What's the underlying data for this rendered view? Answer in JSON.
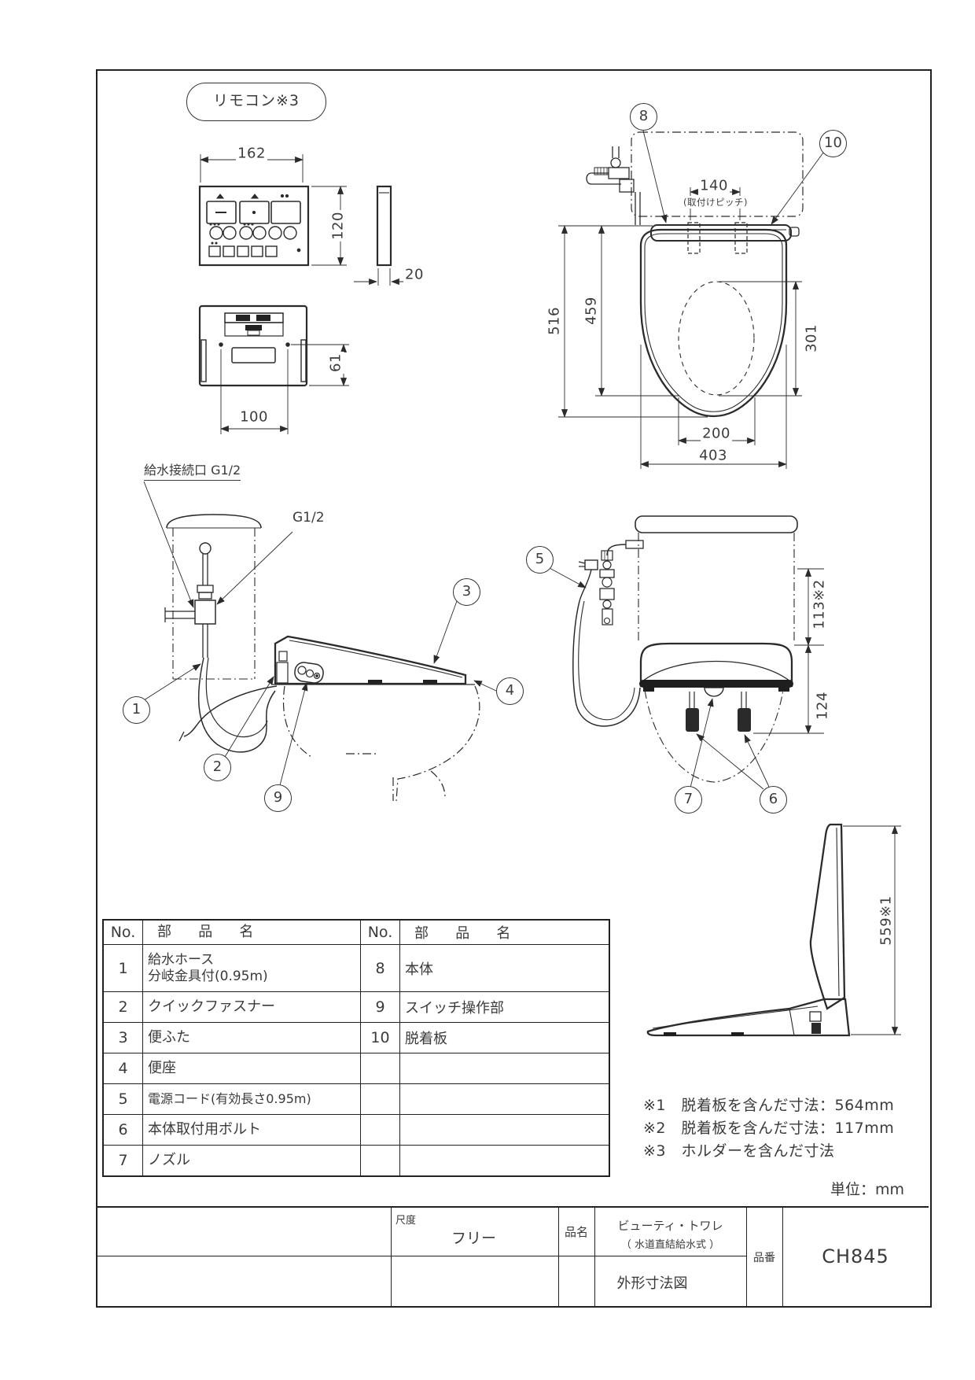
{
  "drawing": {
    "remote_label": "リモコン※3",
    "supply_label": "給水接続口 G1/2",
    "thread_label": "G1/2",
    "dims": {
      "remote_width": "162",
      "remote_height": "120",
      "remote_depth": "20",
      "holder_width": "100",
      "holder_height": "61",
      "mount_pitch": "140",
      "mount_pitch_note": "(取付けピッチ)",
      "overall_depth": "516",
      "body_depth": "459",
      "bowl_opening_depth": "301",
      "bowl_opening_width": "200",
      "overall_width": "403",
      "rear_clearance": "113※2",
      "under_seat": "124",
      "lid_open_height": "559※1"
    },
    "callouts": {
      "c1": "1",
      "c2": "2",
      "c3": "3",
      "c4": "4",
      "c5": "5",
      "c6": "6",
      "c7": "7",
      "c8": "8",
      "c9": "9",
      "c10": "10"
    }
  },
  "parts_table": {
    "no_header": "No.",
    "name_header": "部品名",
    "rows": [
      {
        "no1": "1",
        "name1": "給水ホース\n分岐金具付(0.95m)",
        "no2": "8",
        "name2": "本体"
      },
      {
        "no1": "2",
        "name1": "クイックファスナー",
        "no2": "9",
        "name2": "スイッチ操作部"
      },
      {
        "no1": "3",
        "name1": "便ふた",
        "no2": "10",
        "name2": "脱着板"
      },
      {
        "no1": "4",
        "name1": "便座",
        "no2": "",
        "name2": ""
      },
      {
        "no1": "5",
        "name1": "電源コード(有効長さ0.95m)",
        "no2": "",
        "name2": ""
      },
      {
        "no1": "6",
        "name1": "本体取付用ボルト",
        "no2": "",
        "name2": ""
      },
      {
        "no1": "7",
        "name1": "ノズル",
        "no2": "",
        "name2": ""
      }
    ]
  },
  "notes": {
    "n1": "※1　脱着板を含んだ寸法：564mm",
    "n2": "※2　脱着板を含んだ寸法：117mm",
    "n3": "※3　ホルダーを含んだ寸法",
    "unit": "単位：mm"
  },
  "title_block": {
    "scale_label": "尺度",
    "scale_value": "フリー",
    "name_label": "品名",
    "product_name_line1": "ビューティ・トワレ",
    "product_name_line2": "（ 水道直結給水式 ）",
    "drawing_title": "外形寸法図",
    "number_label": "品番",
    "part_number": "CH845"
  }
}
